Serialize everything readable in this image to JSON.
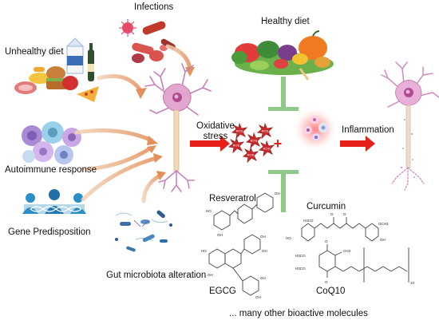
{
  "labels": {
    "infections": "Infections",
    "healthy_diet": "Healthy diet",
    "unhealthy_diet": "Unhealthy diet",
    "oxidative_stress": "Oxidative\nstress",
    "inflammation": "Inflammation",
    "autoimmune_response": "Autoimmune response",
    "gene_predisposition": "Gene Predisposition",
    "gut_microbiota": "Gut microbiota alteration",
    "resveratrol": "Resveratrol",
    "curcumin": "Curcumin",
    "egcg": "EGCG",
    "coq10": "CoQ10",
    "other_molecules": "... many other bioactive molecules"
  },
  "ros_label": "ROS",
  "plus_sign": "+",
  "coq10_chain_index": "10",
  "chem_labels": {
    "ho": "HO",
    "oh": "OH",
    "o": "O",
    "h3co": "H3CO",
    "och3": "OCH3",
    "ch3": "CH3"
  },
  "colors": {
    "arrow_red": "#e8201a",
    "inhibit_green": "#8ec98a",
    "neuron_pink": "#e2a6cf",
    "influence_arrow": "#e8a070",
    "ros_red": "#c8282a"
  }
}
